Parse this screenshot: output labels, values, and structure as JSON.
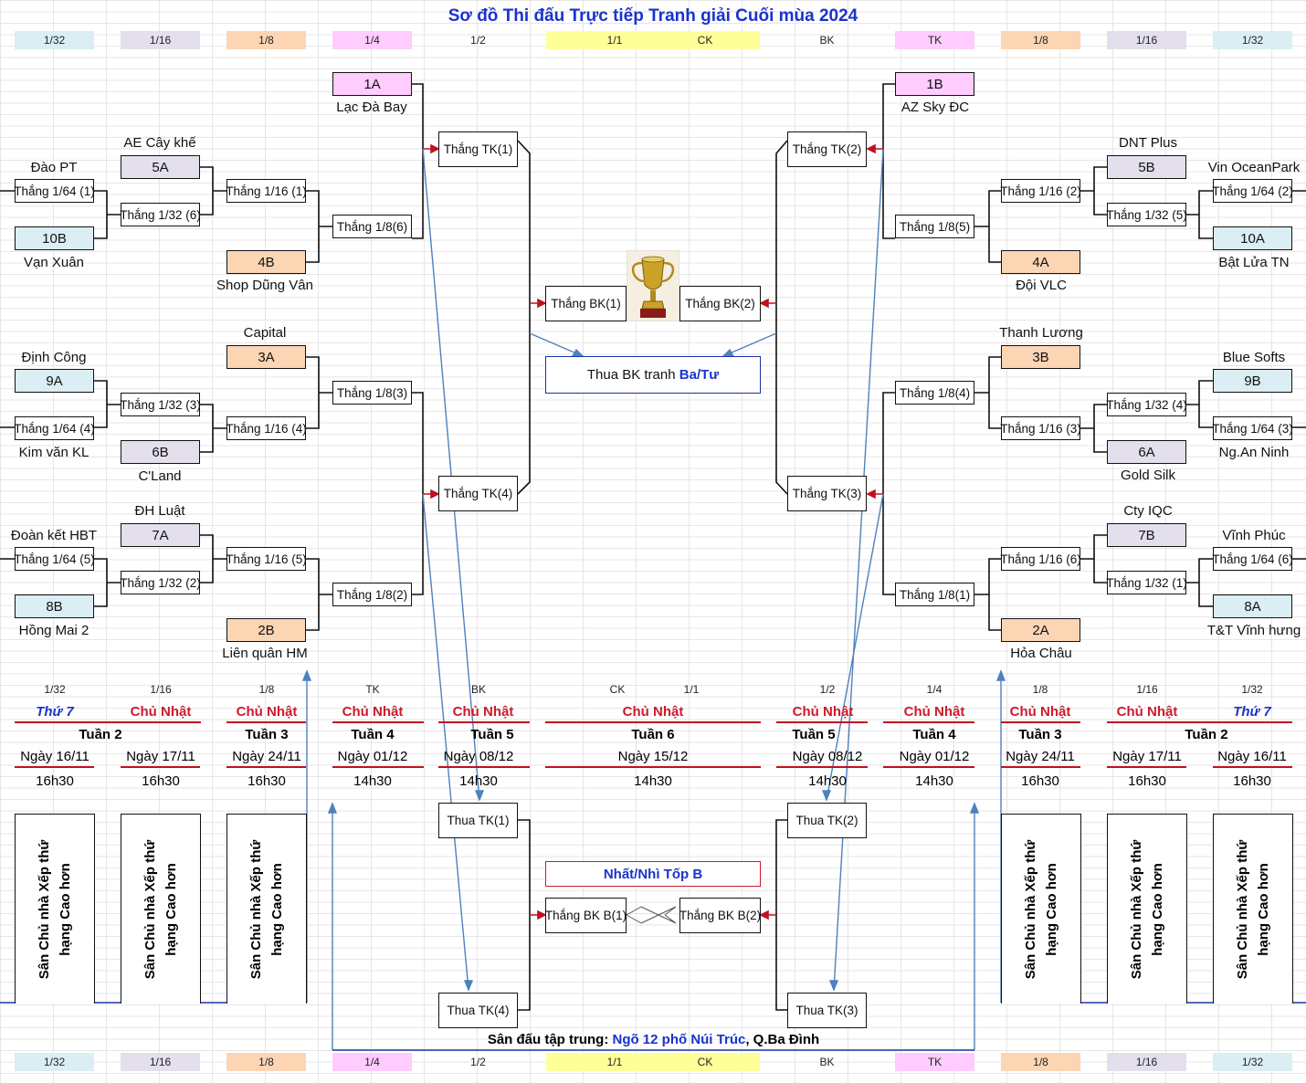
{
  "title": "Sơ đồ Thi đấu Trực tiếp Tranh giải Cuối mùa 2024",
  "colors": {
    "c132": "#daeef3",
    "c116": "#e4dfec",
    "c18": "#fcd5b4",
    "c14": "#ffccff",
    "c11": "#ffff99",
    "title": "#1a33cc",
    "red": "#d0192b",
    "arrow": "#4f81bd"
  },
  "top_headers": [
    {
      "text": "1/32",
      "color": "#daeef3"
    },
    {
      "text": "1/16",
      "color": "#e4dfec"
    },
    {
      "text": "1/8",
      "color": "#fcd5b4"
    },
    {
      "text": "1/4",
      "color": "#ffccff"
    },
    {
      "text": "1/2",
      "color": ""
    },
    {
      "text": "1/1",
      "color": "#ffff99"
    },
    {
      "text": "CK",
      "color": "#ffff99"
    },
    {
      "text": "BK",
      "color": ""
    },
    {
      "text": "TK",
      "color": "#ffccff"
    },
    {
      "text": "1/8",
      "color": "#fcd5b4"
    },
    {
      "text": "1/16",
      "color": "#e4dfec"
    },
    {
      "text": "1/32",
      "color": "#daeef3"
    }
  ],
  "left": {
    "seed_1A": "1A",
    "name_1A": "Lạc Đà Bay",
    "name_5A": "AE Cây khế",
    "seed_5A": "5A",
    "name_daopt": "Đào PT",
    "w164_1": "Thắng 1/64 (1)",
    "seed_10B": "10B",
    "name_10B": "Vạn Xuân",
    "w132_6": "Thắng 1/32 (6)",
    "w116_1": "Thắng 1/16 (1)",
    "seed_4B": "4B",
    "name_4B": "Shop Dũng Vân",
    "w18_6": "Thắng 1/8(6)",
    "wtk1": "Thắng TK(1)",
    "name_3A": "Capital",
    "seed_3A": "3A",
    "name_9A": "Định Công",
    "seed_9A": "9A",
    "w132_3": "Thắng 1/32 (3)",
    "w18_3": "Thắng 1/8(3)",
    "w164_4": "Thắng 1/64 (4)",
    "w116_4": "Thắng 1/16 (4)",
    "name_kimvan": "Kim văn KL",
    "seed_6B": "6B",
    "name_6B": "C'Land",
    "wtk4": "Thắng TK(4)",
    "name_7A": "ĐH Luật",
    "seed_7A": "7A",
    "name_dkhbt": "Đoàn kết HBT",
    "w164_5": "Thắng 1/64 (5)",
    "w116_5": "Thắng 1/16 (5)",
    "w132_2": "Thắng 1/32 (2)",
    "w18_2": "Thắng 1/8(2)",
    "seed_8B": "8B",
    "name_8B": "Hồng Mai 2",
    "seed_2B": "2B",
    "name_2B": "Liên quân HM"
  },
  "right": {
    "seed_1B": "1B",
    "name_1B": "AZ Sky ĐC",
    "wtk2": "Thắng TK(2)",
    "name_5B": "DNT Plus",
    "seed_5B": "5B",
    "name_vinop": "Vin OceanPark",
    "w116_2": "Thắng 1/16 (2)",
    "w164_2": "Thắng 1/64 (2)",
    "w18_5": "Thắng 1/8(5)",
    "w132_5": "Thắng 1/32 (5)",
    "seed_10A": "10A",
    "name_10A": "Bật Lửa TN",
    "seed_4A": "4A",
    "name_4A": "Đội VLC",
    "name_3B": "Thanh Lương",
    "seed_3B": "3B",
    "name_9B": "Blue Softs",
    "seed_9B": "9B",
    "w18_4": "Thắng 1/8(4)",
    "w132_4": "Thắng 1/32 (4)",
    "w116_3": "Thắng 1/16 (3)",
    "w164_3": "Thắng 1/64 (3)",
    "name_ngan": "Ng.An Ninh",
    "seed_6A": "6A",
    "name_6A": "Gold Silk",
    "wtk3": "Thắng TK(3)",
    "name_7B": "Cty IQC",
    "seed_7B": "7B",
    "name_vinhphuc": "Vĩnh Phúc",
    "w116_6": "Thắng 1/16 (6)",
    "w164_6": "Thắng 1/64 (6)",
    "w18_1": "Thắng 1/8(1)",
    "w132_1": "Thắng 1/32 (1)",
    "seed_8A": "8A",
    "name_8A": "T&T Vĩnh hưng",
    "seed_2A": "2A",
    "name_2A": "Hỏa Châu"
  },
  "center": {
    "wbk1": "Thắng BK(1)",
    "wbk2": "Thắng BK(2)",
    "thua_bk": "Thua BK tranh ",
    "thua_bk_hl": "Ba/Tư",
    "ltk1": "Thua TK(1)",
    "ltk2": "Thua TK(2)",
    "ltk4": "Thua TK(4)",
    "ltk3": "Thua TK(3)",
    "nhatnhi": "Nhất/Nhì Tốp B",
    "wbkb1": "Thắng BK B(1)",
    "wbkb2": "Thắng BK B(2)",
    "venue_label": "Sân đấu tập trung: ",
    "venue_addr": "Ngõ 12 phố Núi Trúc",
    ", Q.Ba Đình": "",
    "venue_tail": ", Q.Ba Đình"
  },
  "schedule": [
    {
      "round": "1/32",
      "day": "Thứ 7",
      "week": "Tuần 2",
      "date": "Ngày 16/11",
      "time": "16h30"
    },
    {
      "round": "1/16",
      "day": "Chủ Nhật",
      "week": "",
      "date": "Ngày 17/11",
      "time": "16h30"
    },
    {
      "round": "1/8",
      "day": "Chủ Nhật",
      "week": "Tuần 3",
      "date": "Ngày 24/11",
      "time": "16h30"
    },
    {
      "round": "TK",
      "day": "Chủ Nhật",
      "week": "Tuần 4",
      "date": "Ngày 01/12",
      "time": "14h30"
    },
    {
      "round": "BK",
      "day": "Chủ Nhật",
      "week": "Tuần 5",
      "date": "Ngày 08/12",
      "time": "14h30"
    },
    {
      "round": "CK",
      "round2": "1/1",
      "day": "Chủ Nhật",
      "week": "Tuần 6",
      "date": "Ngày 15/12",
      "time": "14h30"
    },
    {
      "round": "1/2",
      "day": "Chủ Nhật",
      "week": "Tuần 5",
      "date": "Ngày 08/12",
      "time": "14h30"
    },
    {
      "round": "1/4",
      "day": "Chủ Nhật",
      "week": "Tuần 4",
      "date": "Ngày 01/12",
      "time": "14h30"
    },
    {
      "round": "1/8",
      "day": "Chủ Nhật",
      "week": "Tuần 3",
      "date": "Ngày 24/11",
      "time": "16h30"
    },
    {
      "round": "1/16",
      "day": "Chủ Nhật",
      "week": "Tuần 2",
      "date": "Ngày 17/11",
      "time": "16h30"
    },
    {
      "round": "1/32",
      "day": "Thứ 7",
      "week": "",
      "date": "Ngày 16/11",
      "time": "16h30"
    }
  ],
  "venue_note": "Sân Chủ nhà Xếp thứ hạng Cao hơn",
  "bottom_headers": [
    "1/32",
    "1/16",
    "1/8",
    "1/4",
    "1/2",
    "1/1",
    "CK",
    "BK",
    "TK",
    "1/8",
    "1/16",
    "1/32"
  ]
}
